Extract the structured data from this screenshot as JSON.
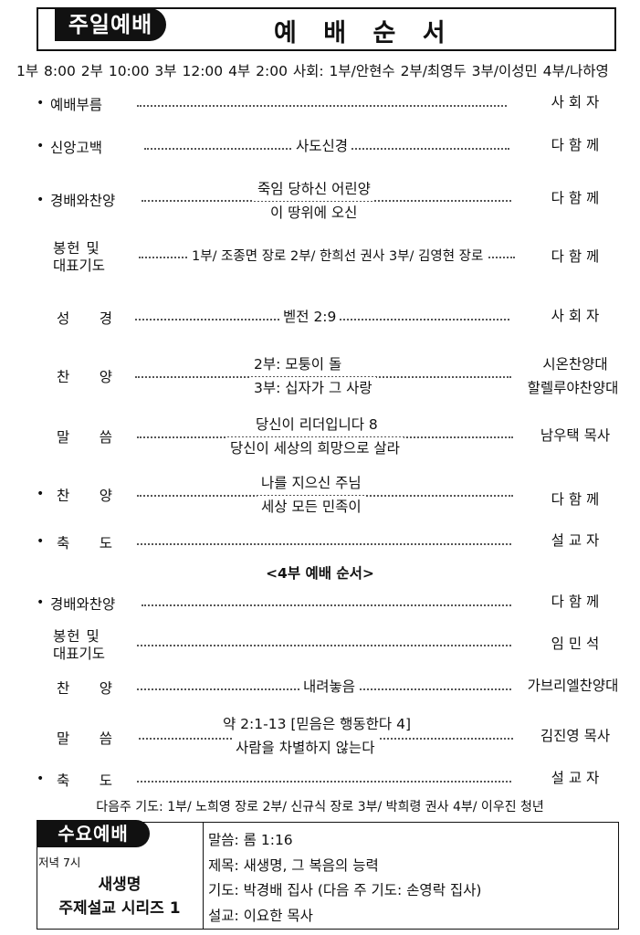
{
  "header": {
    "tag": "주일예배",
    "title": "예 배 순 서",
    "times_line": "1부 8:00  2부 10:00  3부 12:00  4부 2:00     사회: 1부/안현수 2부/최영두 3부/이성민 4부/나하영"
  },
  "order": [
    {
      "bullet": "•",
      "label": "예배부름",
      "center": "",
      "right": "사 회 자"
    },
    {
      "bullet": "•",
      "label": "신앙고백",
      "center": "사도신경",
      "right": "다 함 께"
    },
    {
      "bullet": "•",
      "label": "경배와찬양",
      "center_1": "죽임 당하신 어린양",
      "center_2": "이 땅위에 오신",
      "right": "다 함 께"
    },
    {
      "label_1": "봉헌  및",
      "label_2": "대표기도",
      "center": "1부/ 조종면 장로 2부/ 한희선 권사 3부/ 김영현 장로",
      "right": "다 함 께"
    },
    {
      "label": "성  경",
      "center": "벧전 2:9",
      "right": "사 회 자"
    },
    {
      "label": "찬  양",
      "center_1": "2부: 모퉁이 돌",
      "center_2": "3부: 십자가 그 사랑",
      "right_1": "시온찬양대",
      "right_2": "할렐루야찬양대"
    },
    {
      "label": "말  씀",
      "center_1": "당신이 리더입니다 8",
      "center_2": "당신이 세상의 희망으로 살라",
      "right": "남우택 목사"
    },
    {
      "bullet": "•",
      "label": "찬  양",
      "center_1": "나를 지으신 주님",
      "center_2": "세상 모든 민족이",
      "right": "다 함 께"
    },
    {
      "bullet": "•",
      "label": "축  도",
      "center": "",
      "right": "설 교 자"
    }
  ],
  "fourth_heading": "<4부 예배 순서>",
  "fourth_order": [
    {
      "bullet": "•",
      "label": "경배와찬양",
      "center": "",
      "right": "다 함 께"
    },
    {
      "label_1": "봉헌  및",
      "label_2": "대표기도",
      "center": "",
      "right": "임 민 석"
    },
    {
      "label": "찬  양",
      "center": "내려놓음",
      "right": "가브리엘찬양대"
    },
    {
      "label": "말  씀",
      "center_1": "약 2:1-13 [믿음은 행동한다 4]",
      "center_2": "사람을 차별하지 않는다",
      "right": "김진영 목사"
    },
    {
      "bullet": "•",
      "label": "축  도",
      "center": "",
      "right": "설 교 자"
    }
  ],
  "next_prayer": "다음주 기도: 1부/ 노희영 장로 2부/ 신규식 장로 3부/ 박희령 권사 4부/ 이우진 청년",
  "wednesday": {
    "tag": "수요예배",
    "time": "저녁 7시",
    "series_1": "새생명",
    "series_2": "주제설교 시리즈 1",
    "lines": [
      "말씀: 롬 1:16",
      "제목: 새생명, 그 복음의 능력",
      "기도: 박경배 집사 (다음 주 기도: 손영락 집사)",
      "설교: 이요한 목사"
    ]
  }
}
